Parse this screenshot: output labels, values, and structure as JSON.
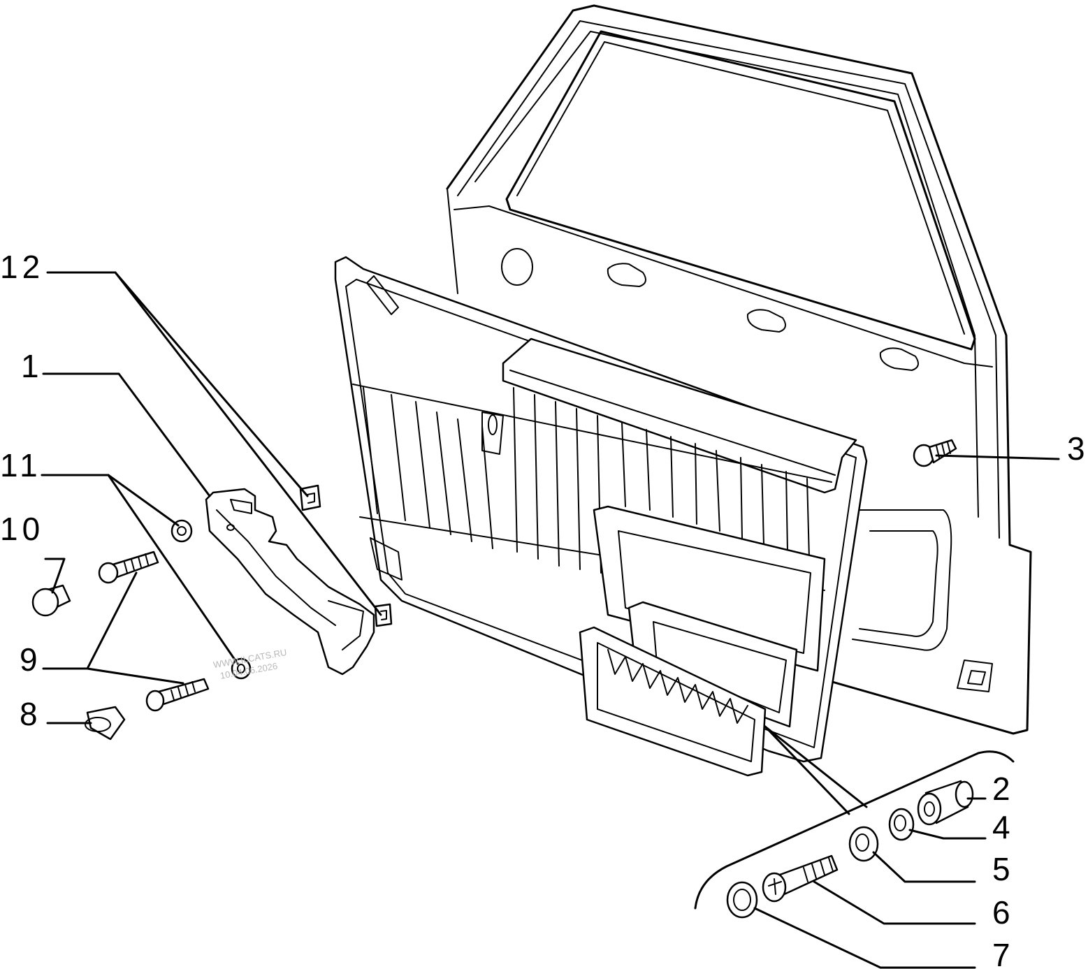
{
  "callouts": {
    "c1": "1",
    "c2": "2",
    "c3": "3",
    "c4": "4",
    "c5": "5",
    "c6": "6",
    "c7": "7",
    "c8": "8",
    "c9": "9",
    "c10": "10",
    "c11": "11",
    "c12": "12"
  },
  "watermark": {
    "line1": "WWW.ILCATS.RU",
    "line2": "10.04.06.2026"
  }
}
